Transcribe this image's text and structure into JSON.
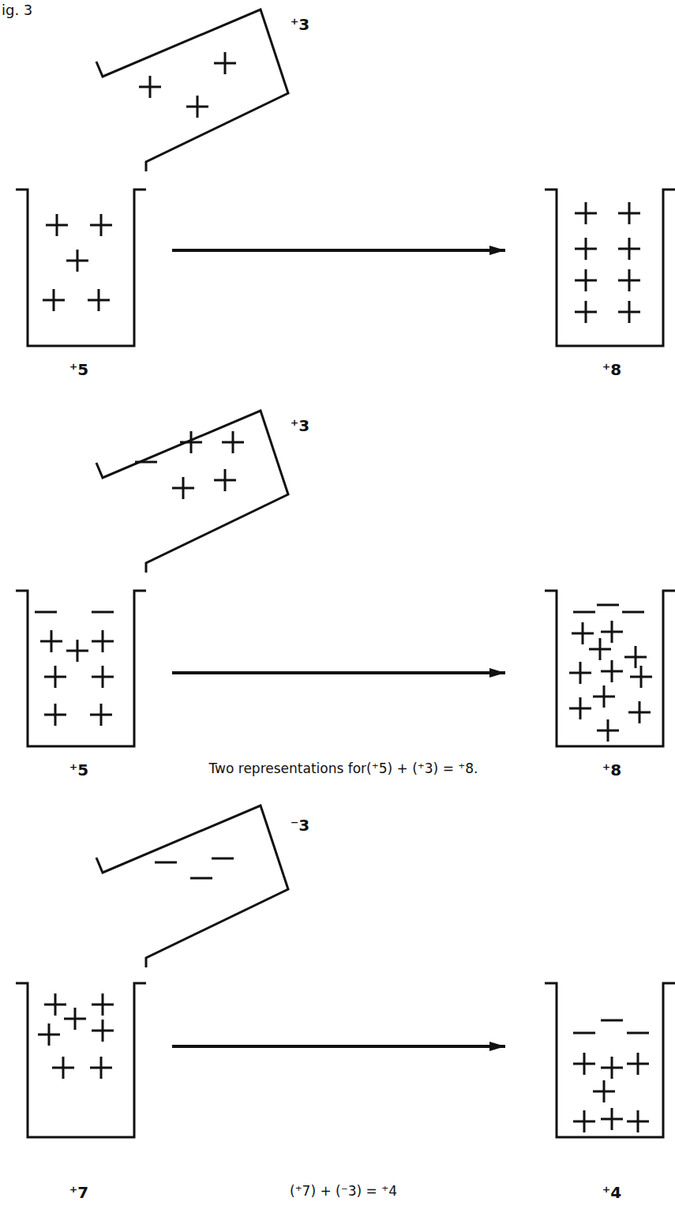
{
  "diagram": {
    "nodes": [
      {
        "text": [
          "⁺3"
        ]
      },
      {
        "text": [
          "⁺5"
        ]
      },
      {
        "text": [
          "⁺8"
        ]
      },
      {
        "text": [
          "⁺3"
        ]
      },
      {
        "text": [
          "⁺5"
        ]
      },
      {
        "text": [
          "⁺8"
        ]
      },
      {
        "text": [
          "⁻3"
        ]
      },
      {
        "text": [
          "⁺7"
        ]
      },
      {
        "text": [
          "⁺4"
        ]
      }
    ],
    "edges": [
      {
        "from": 1,
        "to": 2,
        "arrow": "to"
      },
      {
        "from": 4,
        "to": 5,
        "arrow": "to"
      },
      {
        "from": 7,
        "to": 8,
        "arrow": "to"
      }
    ],
    "labels": [
      "ig. 3",
      "Two representations for(⁺5) + (⁺3) = ⁺8.",
      "(⁺7) + (⁻3) = ⁺4"
    ]
  }
}
